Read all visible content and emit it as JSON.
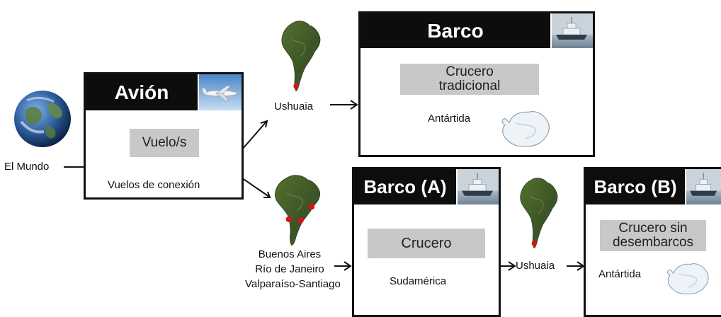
{
  "origin": {
    "label": "El Mundo",
    "icon": "globe-icon"
  },
  "plane_box": {
    "title": "Avión",
    "option": "Vuelo/s",
    "note": "Vuelos de conexión",
    "icon": "airplane-photo"
  },
  "route_ushuaia": {
    "label": "Ushuaia",
    "icon": "south-america-map-icon"
  },
  "ship_box": {
    "title": "Barco",
    "option_line1": "Crucero",
    "option_line2": "tradicional",
    "destination": "Antártida",
    "icon": "ship-photo"
  },
  "route_cities": {
    "line1": "Buenos Aires",
    "line2": "Río de Janeiro",
    "line3": "Valparaíso-Santiago",
    "icon": "south-america-map-icon"
  },
  "ship_a_box": {
    "title": "Barco (A)",
    "option": "Crucero",
    "destination": "Sudamérica",
    "icon": "ship-photo"
  },
  "transfer": {
    "label": "Ushuaia",
    "icon": "south-america-map-icon"
  },
  "ship_b_box": {
    "title": "Barco (B)",
    "option_line1": "Crucero sin",
    "option_line2": "desembarcos",
    "destination": "Antártida",
    "icon": "ship-photo"
  },
  "colors": {
    "header": "#0d0d0d",
    "option_fill": "#c8c8c8",
    "land": "#3f5a2a",
    "pin": "#e01010",
    "ocean": "#2d5fa0"
  }
}
